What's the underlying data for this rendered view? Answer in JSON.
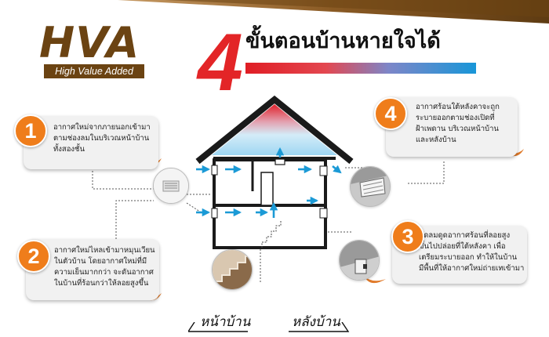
{
  "brand": {
    "name": "HVA",
    "tagline": "High Value Added"
  },
  "headline": {
    "number": "4",
    "title": "ขั้นตอนบ้านหายใจได้"
  },
  "steps": [
    {
      "number": "1",
      "lines": [
        "อากาศใหม่จากภายนอกเข้ามา",
        "ตามช่องลมในบริเวณหน้าบ้าน",
        "ทั้งสองชั้น"
      ]
    },
    {
      "number": "2",
      "lines": [
        "อากาศใหม่ไหลเข้ามาหมุนเวียน",
        "ในตัวบ้าน โดยอากาศใหม่ที่มี",
        "ความเย็นมากกว่า จะดันอากาศ",
        "ในบ้านที่ร้อนกว่าให้ลอยสูงขึ้น"
      ]
    },
    {
      "number": "3",
      "lines": [
        "พัดลมดูดอากาศร้อนที่ลอยสูง",
        "ขึ้นไปปล่อยที่ใต้หลังคา เพื่อ",
        "เตรียมระบายออก ทำให้ในบ้าน",
        "มีพื้นที่ให้อากาศใหม่ถ่ายเทเข้ามา"
      ]
    },
    {
      "number": "4",
      "lines": [
        "อากาศร้อนใต้หลังคาจะถูก",
        "ระบายออกตามช่องเปิดที่",
        "ฝ้าเพดาน บริเวณหน้าบ้าน",
        "และหลังบ้าน"
      ]
    }
  ],
  "legend": {
    "front": "หน้าบ้าน",
    "back": "หลังบ้าน"
  },
  "colors": {
    "brand_brown": "#6b4312",
    "accent_red": "#e32527",
    "badge_orange": "#ef7d1b",
    "air_blue": "#1b9ad6"
  },
  "icons": [
    "vent-grille-icon",
    "staircase-icon",
    "ceiling-fan-icon",
    "ceiling-vent-icon",
    "airflow-arrow-icon"
  ]
}
